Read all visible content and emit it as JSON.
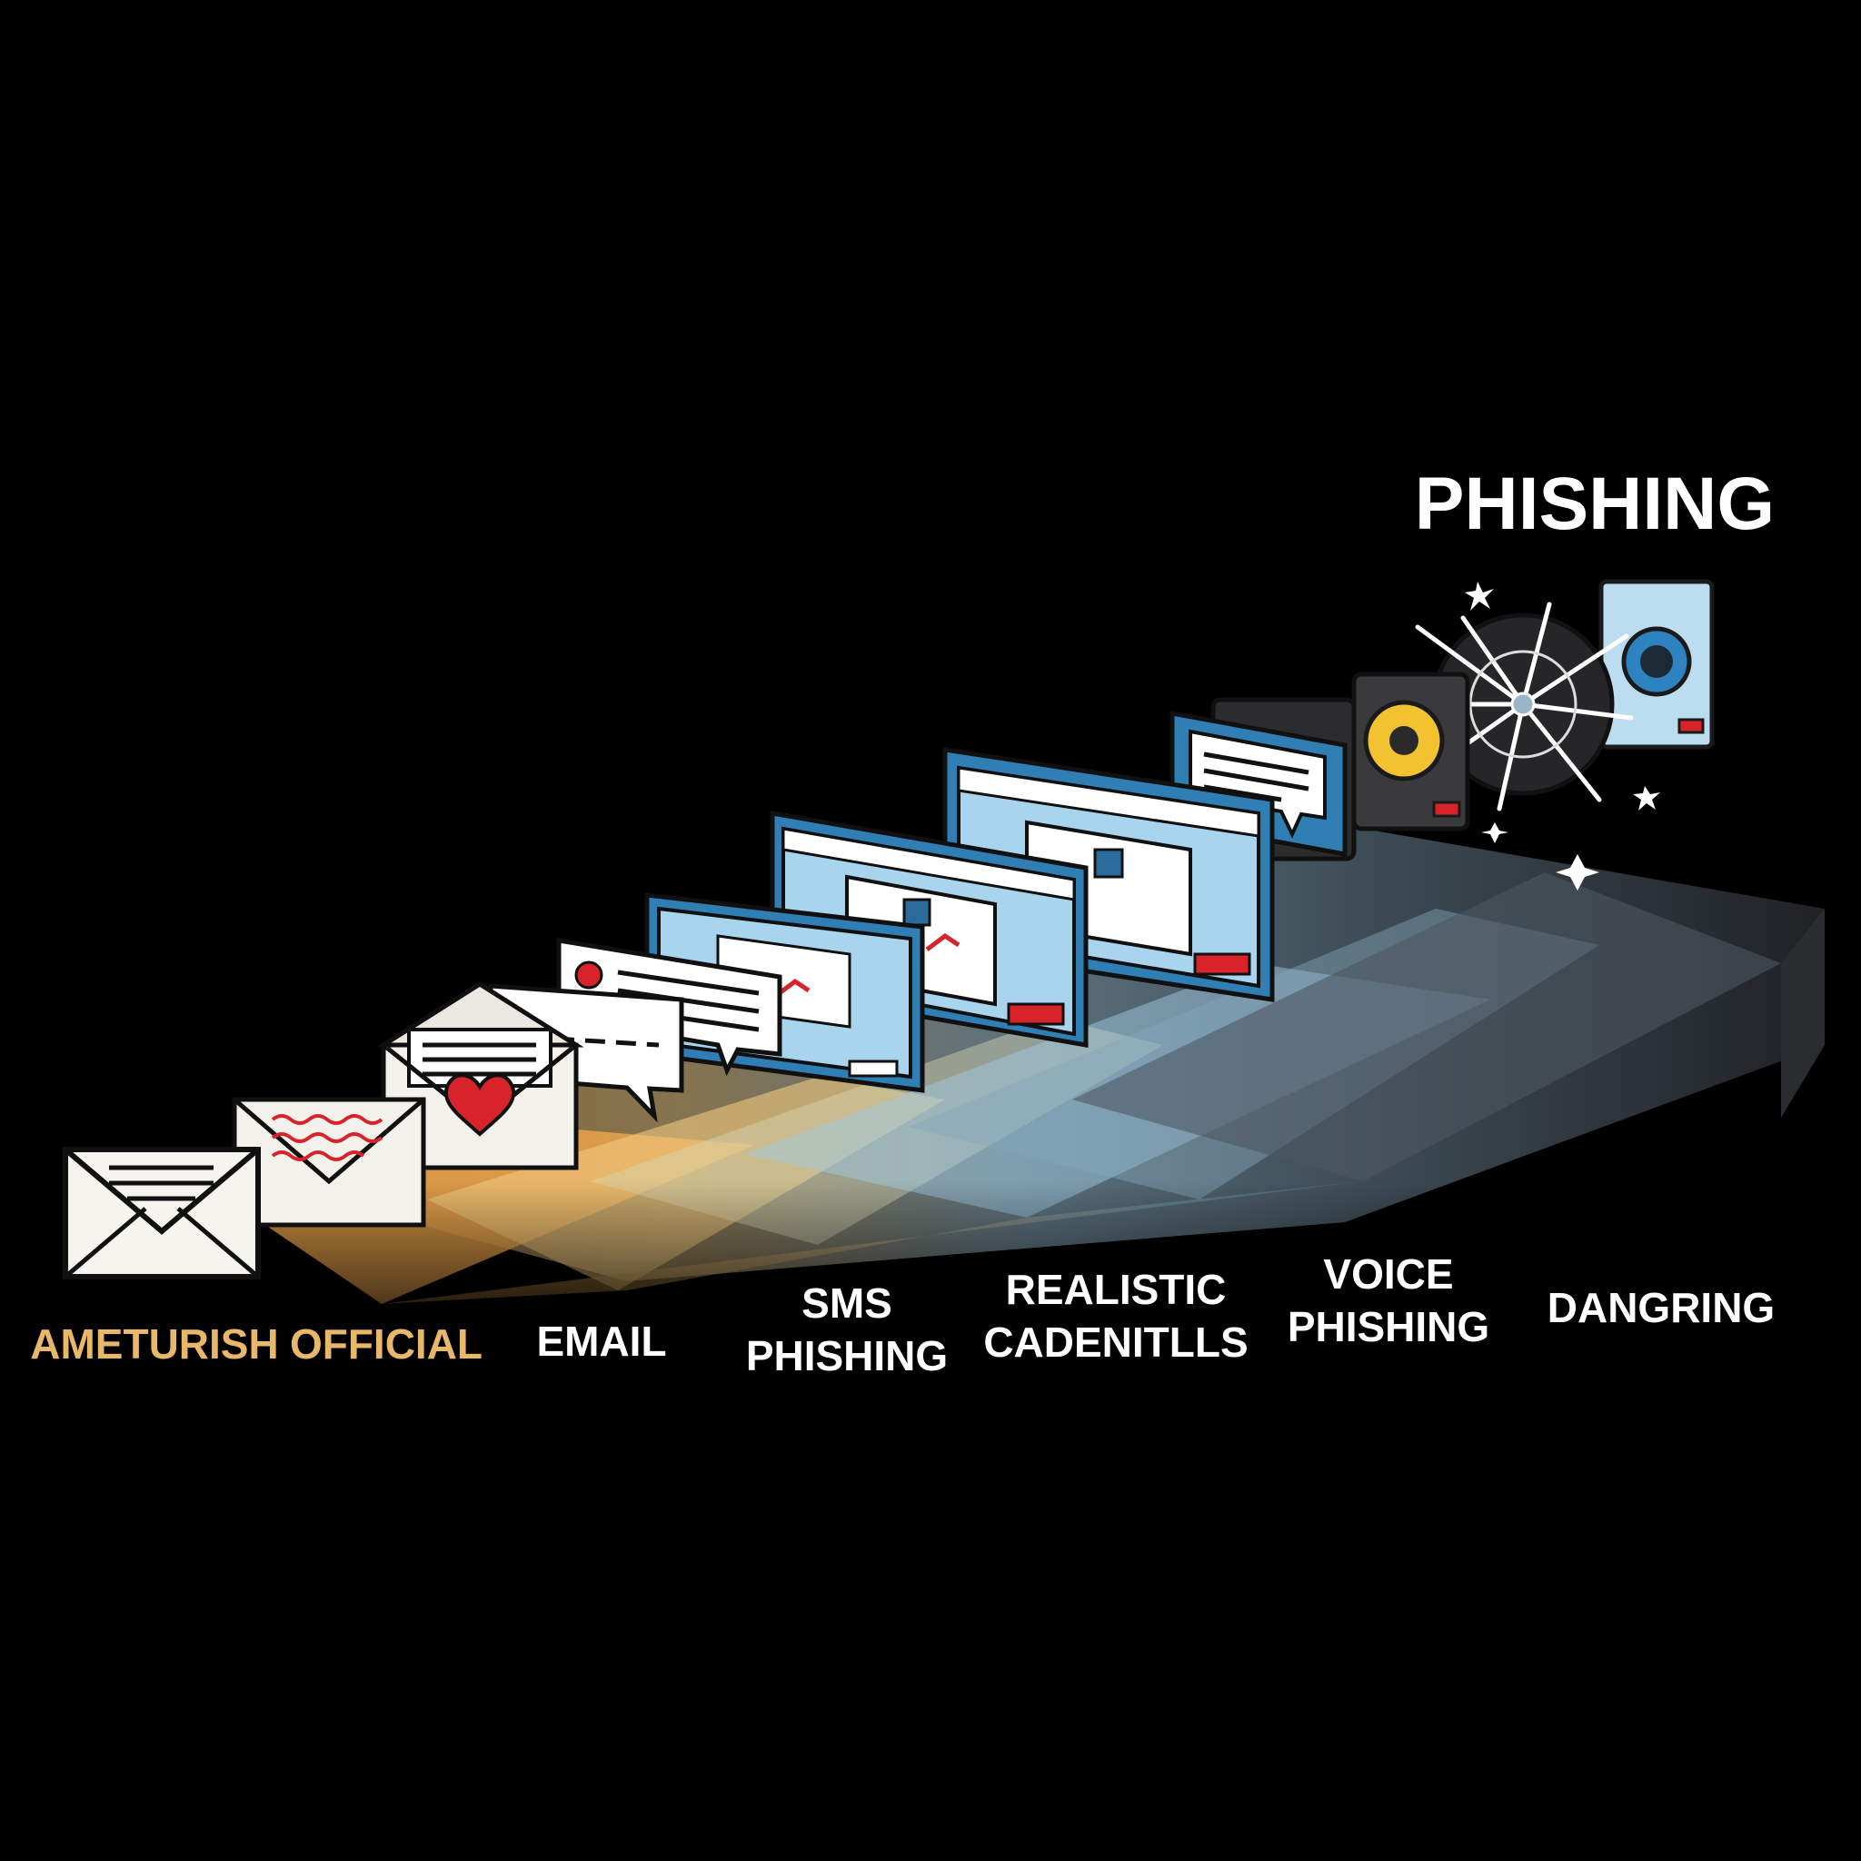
{
  "title": "PHISHING",
  "stages": [
    {
      "label": [
        "AMETURISH"
      ],
      "label_color": "#e8b769"
    },
    {
      "label": [
        "OFFICIAL"
      ],
      "label_color": "#e8b769"
    },
    {
      "label": [
        "EMAIL"
      ],
      "label_color": "#ffffff"
    },
    {
      "label": [
        "SMS",
        "PHISHING"
      ],
      "label_color": "#ffffff"
    },
    {
      "label": [
        "REALISTIC",
        "CADENITLLS"
      ],
      "label_color": "#ffffff"
    },
    {
      "label": [
        "VOICE",
        "PHISHING"
      ],
      "label_color": "#ffffff"
    },
    {
      "label": [
        "DANGRING"
      ],
      "label_color": "#ffffff"
    }
  ],
  "icons": {
    "stage_1": "plain-envelope-icon",
    "stage_2": "wavy-lines-envelope-icon",
    "stage_3": "heart-envelope-icon",
    "stage_4": "chat-bubble-icon",
    "stage_5": "browser-window-icon",
    "stage_6": "dark-phone-icon",
    "stage_7": "shattered-target-icon"
  },
  "colors": {
    "background": "#000000",
    "amber": "#e8b769",
    "window_blue": "#2f7fb5",
    "light_blue": "#a9d4ee",
    "alert_red": "#d8232a",
    "dark_grey": "#2c2c2e"
  }
}
